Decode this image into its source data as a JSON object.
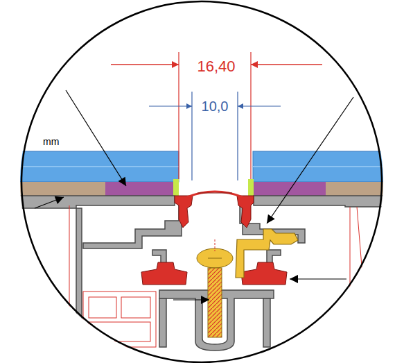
{
  "diagram": {
    "labels": [
      "16,40",
      "10,0",
      "mm"
    ]
  }
}
